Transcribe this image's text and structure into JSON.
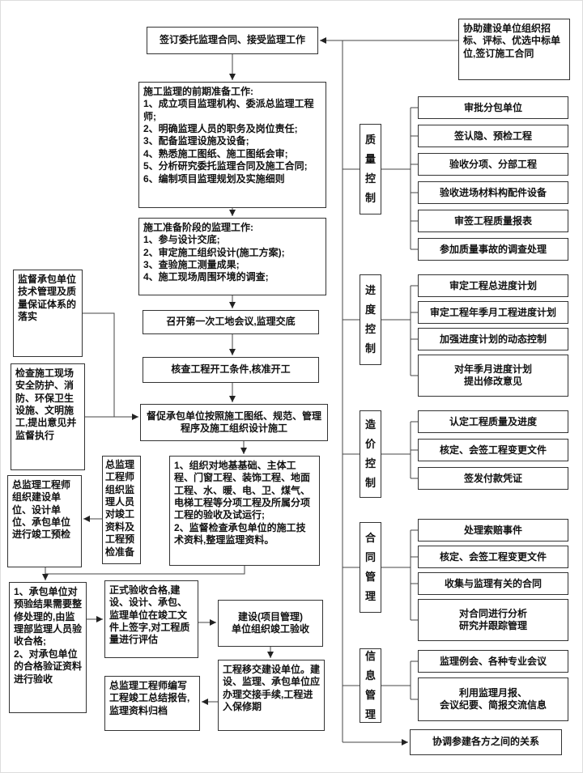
{
  "flow": {
    "assist": "协助建设单位组织招标、评标、优选中标单位,签订施工合同",
    "sign_contract": "签订委托监理合同、接受监理工作",
    "pre_prep": "施工监理的前期准备工作:\n1、成立项目监理机构、委派总监理工程师;\n2、明确监理人员的职务及岗位责任;\n3、配备监理设施及设备;\n4、熟悉施工图纸、施工图纸会审;\n5、分析研究委托监理合同及施工合同;\n6、编制项目监理规划及实施细则",
    "construction_prep": "施工准备阶段的监理工作:\n1、参与设计交底;\n2、审定施工组织设计(施工方案);\n3、查验施工测量成果;\n4、施工现场周围环境的调查;",
    "first_meeting": "召开第一次工地会议,监理交底",
    "check_start": "核查工程开工条件,核准开工",
    "supervise": "督促承包单位按照施工图纸、规范、管理程序及施工组织设计施工",
    "pre_check_prep": "总监理工程师组织监理人员对竣工资料及工程预检准备",
    "acceptance_items": "1、组织对地基基础、主体工程、门窗工程、装饰工程、地面工程、水、暖、电、卫、煤气、电梯工程等分项工程及所属分项工程的验收及试运行;\n2、监督检查承包单位的施工技术资料,整理监理资料。",
    "qa_system": "监督承包单位技术管理及质量保证体系的落实",
    "site_check": "检查施工现场安全防护、消防、环保卫生设施、文明施工,提出意见并监督执行",
    "pre_acceptance": "总监理工程师组织建设单位、设计单位、承包单位进行竣工预检",
    "repair": "1、承包单位对预验结果需要整修处理的,由监理部监理人员验收合格;\n2、对承包单位的合格验证资料进行验收",
    "formal_acceptance": "正式验收合格,建设、设计、承包、监理单位在竣工文件上签字,对工程质量进行评估",
    "owner_acceptance": "建设(项目管理)\n单位组织竣工验收",
    "handover": "工程移交建设单位。建设、监理、承包单位应办理交接手续,工程进入保修期",
    "final_report": "总监理工程师编写工程竣工总结报告,监理资料归档",
    "coordinate": "协调参建各方之间的关系"
  },
  "controls": {
    "quality": {
      "label": "质量控制",
      "items": [
        "审批分包单位",
        "签认隐、预检工程",
        "验收分项、分部工程",
        "验收进场材料构配件设备",
        "审签工程质量报表",
        "参加质量事故的调查处理"
      ]
    },
    "schedule": {
      "label": "进度控制",
      "items": [
        "审定工程总进度计划",
        "审定工程年季月工程进度计划",
        "加强进度计划的动态控制",
        "对年季月进度计划\n提出修改意见"
      ]
    },
    "cost": {
      "label": "造价控制",
      "items": [
        "认定工程质量及进度",
        "核定、会签工程变更文件",
        "签发付款凭证"
      ]
    },
    "contract": {
      "label": "合同管理",
      "items": [
        "处理索赔事件",
        "核定、会签工程变更文件",
        "收集与监理有关的合同",
        "对合同进行分析\n研究并跟踪管理"
      ]
    },
    "info": {
      "label": "信息管理",
      "items": [
        "监理例会、各种专业会议",
        "利用监理月报、\n会议纪要、简报交流信息"
      ]
    }
  }
}
